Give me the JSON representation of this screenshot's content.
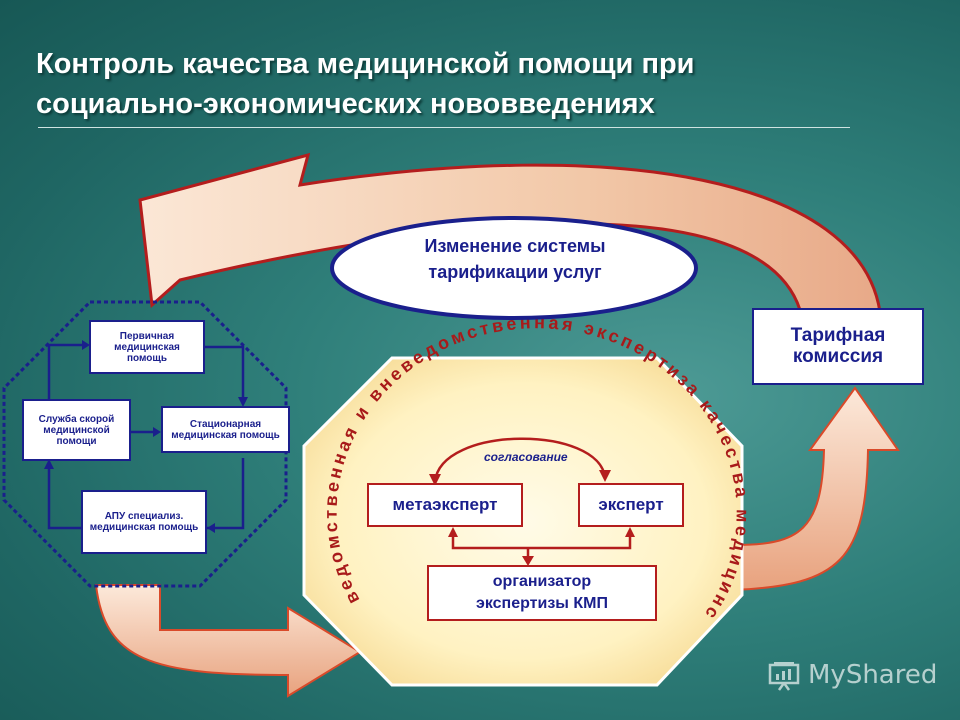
{
  "title": {
    "line1": "Контроль качества медицинской помощи при",
    "line2": "социально-экономических нововведениях"
  },
  "oval": {
    "line1": "Изменение системы",
    "line2": "тарификации услуг"
  },
  "left_boxes": {
    "primary": "Первичная медицинская помощь",
    "ambulance": "Служба скорой медицинской помощи",
    "inpatient": "Стационарная медицинская помощь",
    "apu": "АПУ специализ. медицинская помощь"
  },
  "tariff_commission": "Тарифная комиссия",
  "octagon_ring_text": "ведомственная и вневедомственная экспертиза качества медицинской помощи",
  "center": {
    "agreement": "согласование",
    "metaexpert": "метаэксперт",
    "expert": "эксперт",
    "organizer_line1": "организатор",
    "organizer_line2": "экспертизы КМП"
  },
  "watermark": "MyShared",
  "colors": {
    "background": "#2f7f7a",
    "arrow_fill": "#f4c9a6",
    "arrow_stroke": "#b41d1d",
    "octagon_fill": "#fff4c8",
    "box_border": "#1a1f8c",
    "ring_text": "#a81a1a"
  }
}
